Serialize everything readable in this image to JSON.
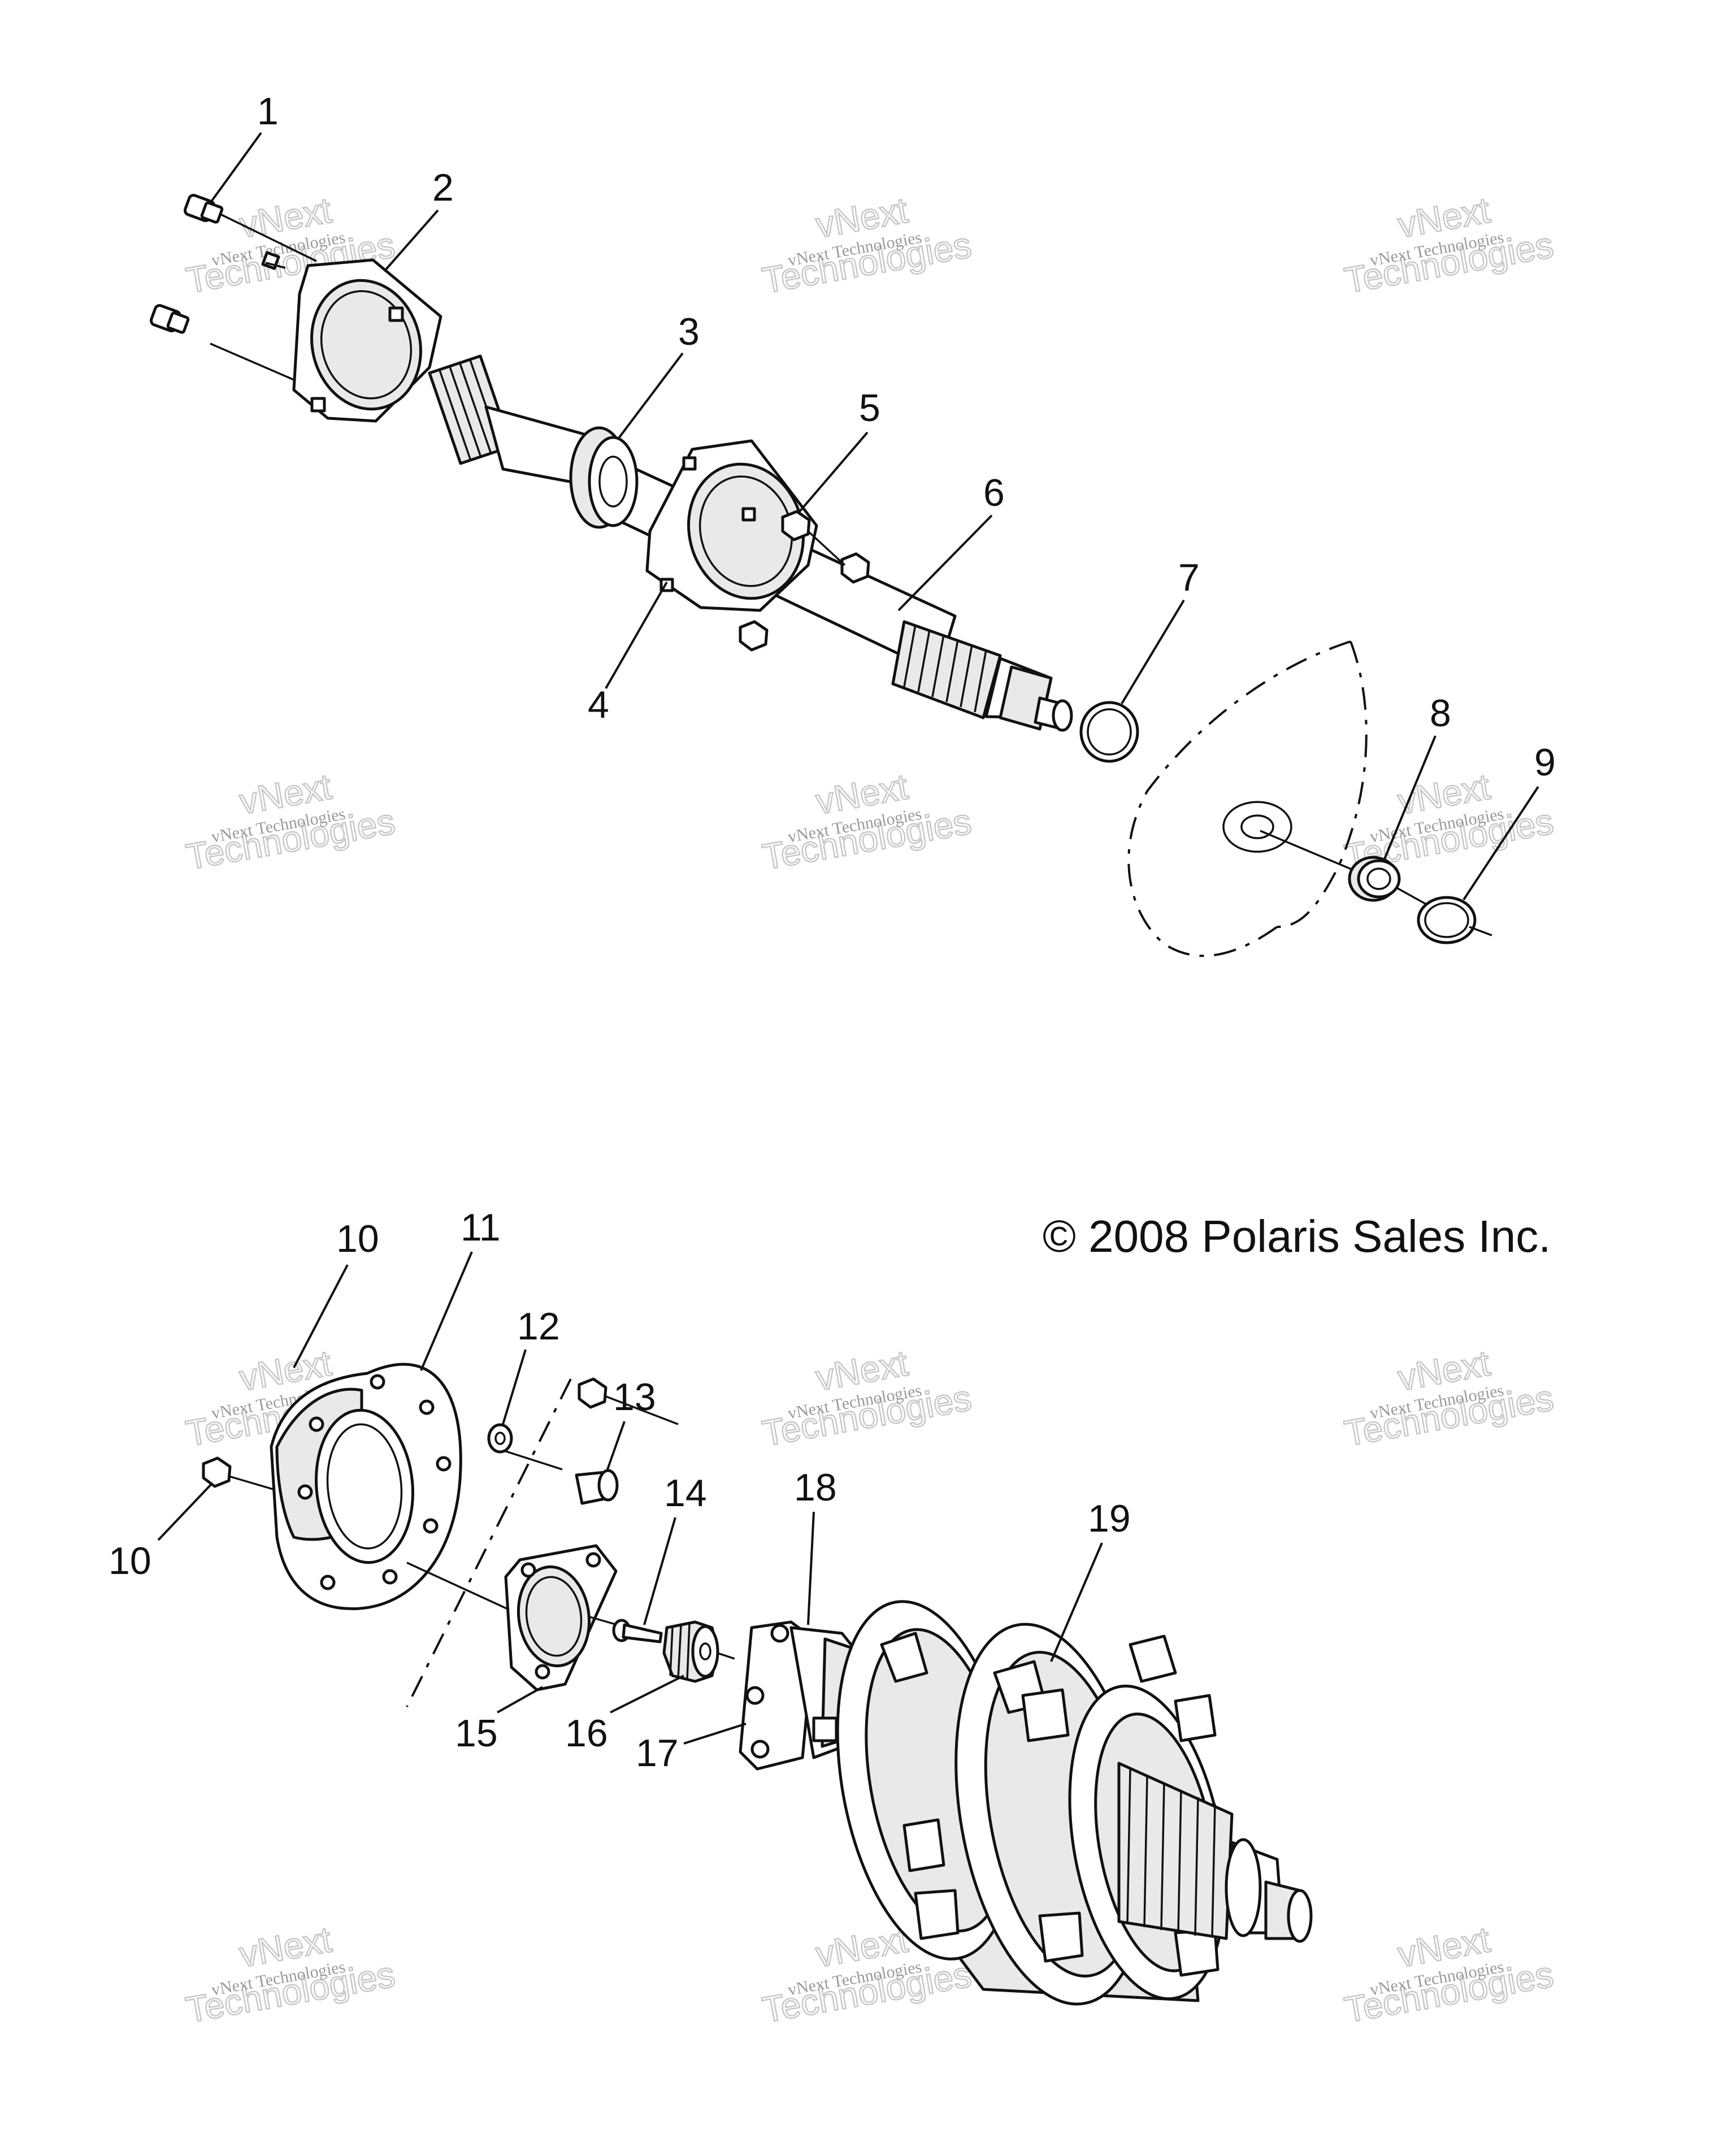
{
  "copyright": "© 2008 Polaris Sales Inc.",
  "watermark": {
    "line1": "vNext Technologies",
    "line2": "Technologies",
    "arc": "vNext"
  },
  "callouts": {
    "c1": "1",
    "c2": "2",
    "c3": "3",
    "c4": "4",
    "c5": "5",
    "c6": "6",
    "c7": "7",
    "c8": "8",
    "c9": "9",
    "c10a": "10",
    "c10b": "10",
    "c11": "11",
    "c12": "12",
    "c13": "13",
    "c14": "14",
    "c15": "15",
    "c16": "16",
    "c17": "17",
    "c18": "18",
    "c19": "19"
  }
}
